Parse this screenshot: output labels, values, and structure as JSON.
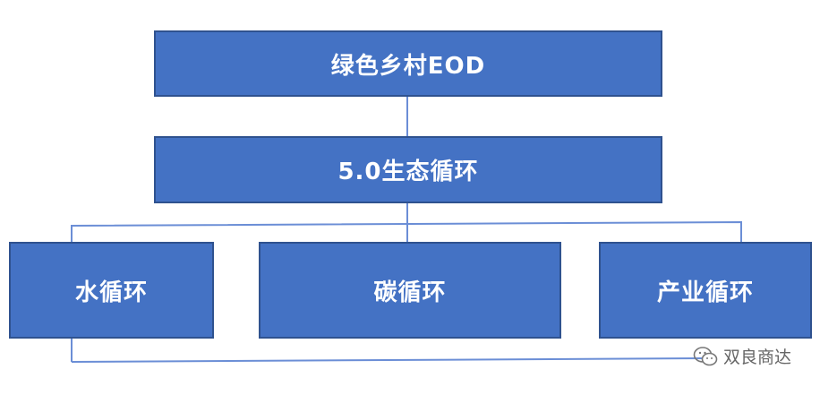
{
  "diagram": {
    "root": {
      "label": "绿色乡村EOD"
    },
    "level2": {
      "label": "5.0生态循环"
    },
    "children": [
      {
        "label": "水循环"
      },
      {
        "label": "碳循环"
      },
      {
        "label": "产业循环"
      }
    ]
  },
  "watermark": {
    "text": "双良商达",
    "icon": "wechat-icon"
  },
  "colors": {
    "box_fill": "#4472c4",
    "box_border": "#2f528f",
    "connector": "#6b8ed6",
    "text": "#ffffff"
  }
}
